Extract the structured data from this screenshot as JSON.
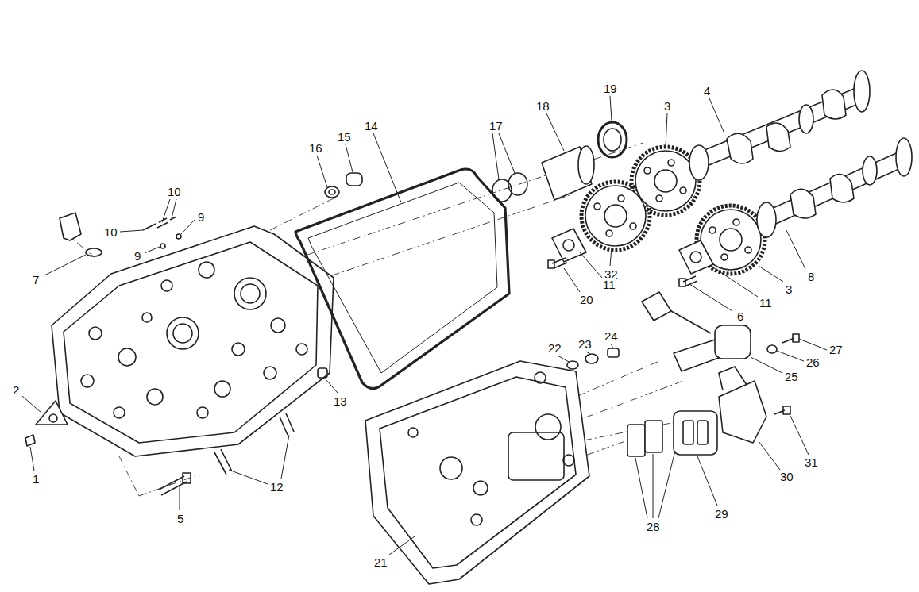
{
  "diagram": {
    "labels": [
      "19",
      "4",
      "3",
      "18",
      "14",
      "17",
      "15",
      "16",
      "10",
      "9",
      "10",
      "9",
      "32",
      "8",
      "7",
      "11",
      "3",
      "20",
      "11",
      "6",
      "24",
      "23",
      "22",
      "27",
      "26",
      "25",
      "2",
      "13",
      "31",
      "30",
      "1",
      "12",
      "29",
      "5",
      "28",
      "21"
    ]
  }
}
